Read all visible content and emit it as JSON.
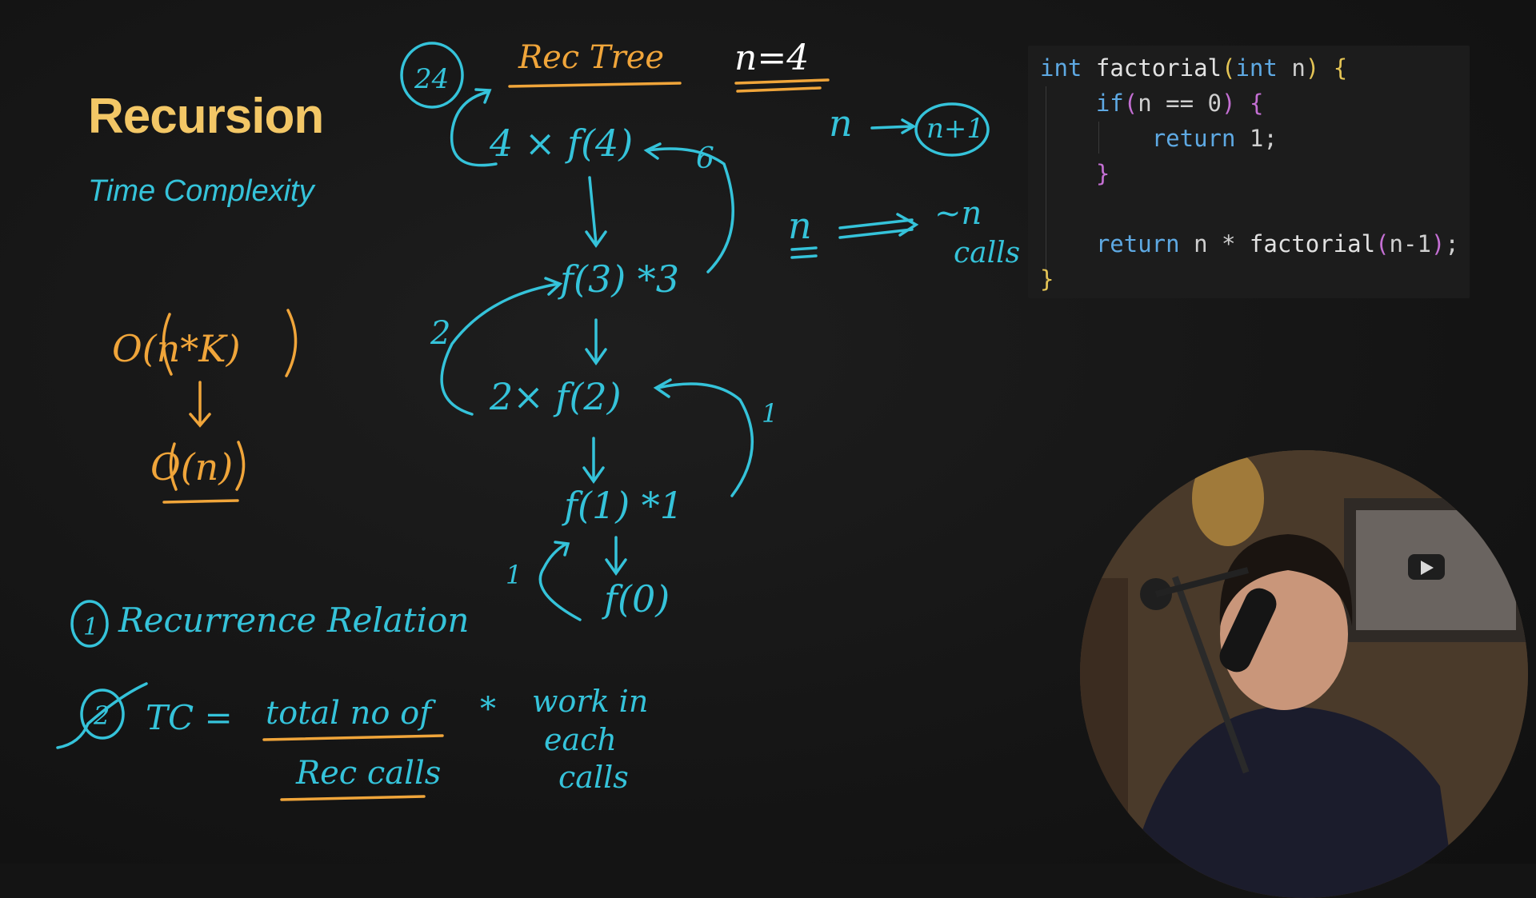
{
  "board": {
    "title": "Recursion",
    "subtitle": "Time Complexity",
    "complexity_top": "O(n*K)",
    "complexity_bottom": "O(n)",
    "answer": "24",
    "tree_title": "Rec Tree",
    "n_value": "n=4",
    "n_to_n1": [
      "n",
      "n+1"
    ],
    "n_calls": [
      "n",
      "~n",
      "calls"
    ],
    "tree_nodes": [
      "4 × f(4)",
      "f(3) *3",
      "2× f(2)",
      "f(1) *1",
      "f(0)"
    ],
    "return_values": [
      "6",
      "2",
      "1",
      "1"
    ],
    "point1": "Recurrence Relation",
    "point2_num": "2",
    "tc_label": "TC =",
    "tc_numerator": "total no of",
    "tc_denominator": "Rec calls",
    "tc_times": "*",
    "tc_work": [
      "work in",
      "each",
      "calls"
    ]
  },
  "code": {
    "lines": [
      "int factorial(int n) {",
      "    if(n == 0) {",
      "        return 1;",
      "    }",
      "",
      "    return n * factorial(n-1);",
      "}"
    ]
  },
  "colors": {
    "ink_blue": "#35c3da",
    "ink_orange": "#f0a53a",
    "title_yellow": "#f3c766",
    "code_bg": "#1c1c1c"
  },
  "webcam": {
    "visible": true
  }
}
